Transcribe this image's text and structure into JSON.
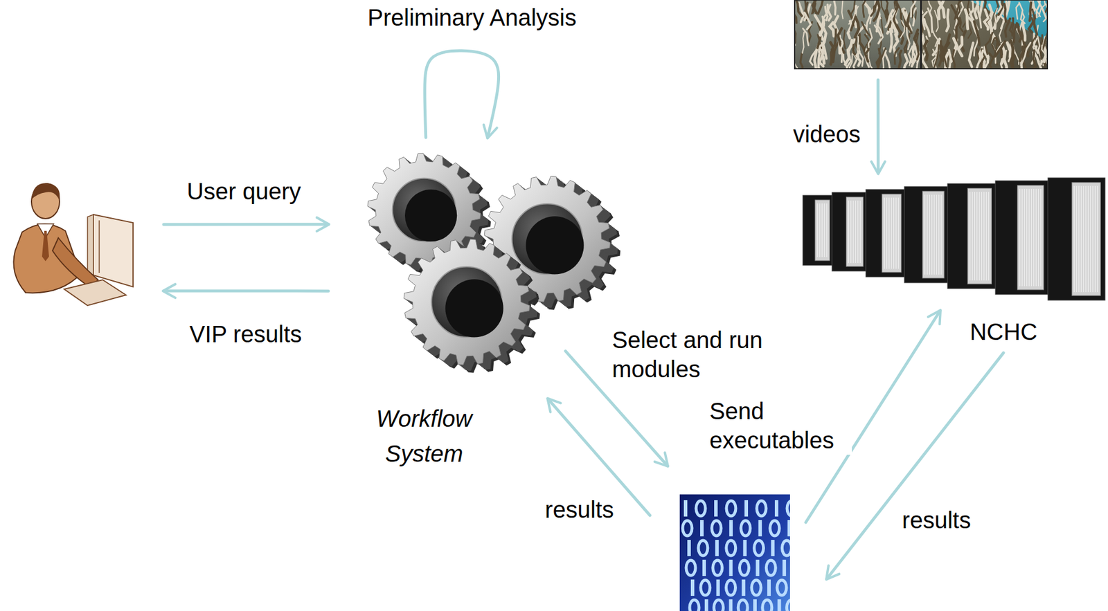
{
  "diagram": {
    "nodes": [
      {
        "text": []
      },
      {
        "text": [
          "Workflow System"
        ]
      },
      {
        "text": []
      },
      {
        "text": [
          "NCHC"
        ]
      },
      {
        "text": []
      }
    ],
    "edges": [
      {
        "from": 0,
        "to": 1,
        "arrow": "to",
        "label": "User query"
      },
      {
        "from": 1,
        "to": 0,
        "arrow": "to",
        "label": "VIP results"
      },
      {
        "from": 1,
        "to": 1,
        "arrow": "to",
        "label": "Preliminary Analysis"
      },
      {
        "from": 2,
        "to": 3,
        "arrow": "to",
        "label": "videos"
      },
      {
        "from": 1,
        "to": 4,
        "arrow": "to",
        "label": "Select and run modules"
      },
      {
        "from": 4,
        "to": 1,
        "arrow": "to",
        "label": "results"
      },
      {
        "from": 4,
        "to": 3,
        "arrow": "to",
        "label": "Send executables"
      },
      {
        "from": 3,
        "to": 4,
        "arrow": "to",
        "label": "results"
      }
    ]
  }
}
